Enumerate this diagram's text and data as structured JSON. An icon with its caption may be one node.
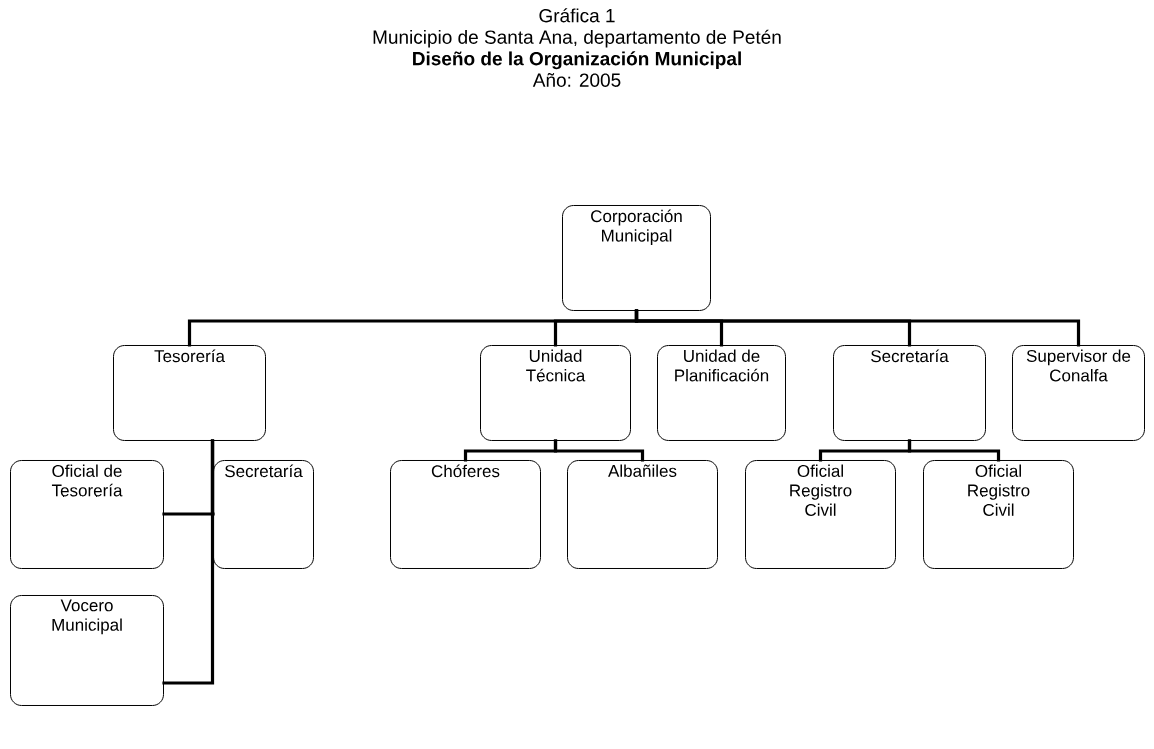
{
  "diagram": {
    "title": "Diseño de la Organización Municipal",
    "nodes": [
      {
        "text": [
          "Corporación Municipal"
        ]
      },
      {
        "text": [
          "Tesorería"
        ]
      },
      {
        "text": [
          "Unidad Técnica"
        ]
      },
      {
        "text": [
          "Unidad de Planificación"
        ]
      },
      {
        "text": [
          "Secretaría"
        ]
      },
      {
        "text": [
          "Supervisor de Conalfa"
        ]
      },
      {
        "text": [
          "Oficial de Tesorería"
        ]
      },
      {
        "text": [
          "Secretaría"
        ]
      },
      {
        "text": [
          "Chóferes"
        ]
      },
      {
        "text": [
          "Albañiles"
        ]
      },
      {
        "text": [
          "Oficial Registro Civil"
        ]
      },
      {
        "text": [
          "Oficial Registro Civil"
        ]
      },
      {
        "text": [
          "Vocero Municipal"
        ]
      }
    ],
    "edges": [
      {
        "from": 0,
        "to": 1,
        "arrow": "none"
      },
      {
        "from": 0,
        "to": 2,
        "arrow": "none"
      },
      {
        "from": 0,
        "to": 3,
        "arrow": "none"
      },
      {
        "from": 0,
        "to": 4,
        "arrow": "none"
      },
      {
        "from": 0,
        "to": 5,
        "arrow": "none"
      },
      {
        "from": 1,
        "to": 6,
        "arrow": "none"
      },
      {
        "from": 1,
        "to": 7,
        "arrow": "none"
      },
      {
        "from": 1,
        "to": 12,
        "arrow": "none"
      },
      {
        "from": 2,
        "to": 8,
        "arrow": "none"
      },
      {
        "from": 2,
        "to": 9,
        "arrow": "none"
      },
      {
        "from": 4,
        "to": 10,
        "arrow": "none"
      },
      {
        "from": 4,
        "to": 11,
        "arrow": "none"
      }
    ],
    "labels": [
      "Gráfica 1",
      "Municipio de Santa Ana, departamento de Petén",
      "Año: 2005"
    ]
  }
}
